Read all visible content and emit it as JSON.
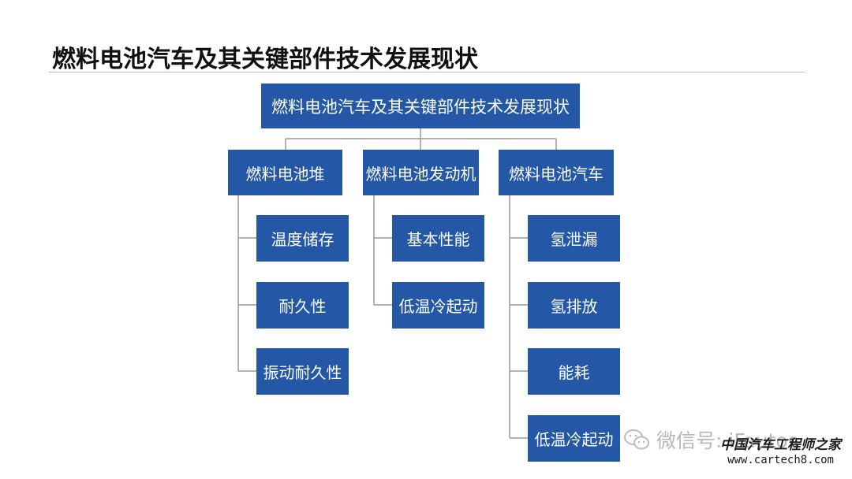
{
  "title": "燃料电池汽车及其关键部件技术发展现状",
  "diagram": {
    "root": "燃料电池汽车及其关键部件技术发展现状",
    "branches": [
      {
        "label": "燃料电池堆",
        "items": [
          "温度储存",
          "耐久性",
          "振动耐久性"
        ]
      },
      {
        "label": "燃料电池发动机",
        "items": [
          "基本性能",
          "低温冷起动"
        ]
      },
      {
        "label": "燃料电池汽车",
        "items": [
          "氢泄漏",
          "氢排放",
          "能耗",
          "低温冷起动"
        ]
      }
    ]
  },
  "watermark": {
    "text": "微信号: iFautos",
    "icon": "wechat-icon"
  },
  "site_logo": {
    "name": "中国汽车工程师之家",
    "url": "www.cartech8.com"
  },
  "colors": {
    "box_fill": "#2458a6",
    "box_text": "#ffffff",
    "connector": "#9a9a9a",
    "rule": "#b9b9b9"
  }
}
